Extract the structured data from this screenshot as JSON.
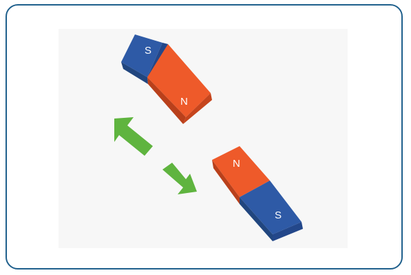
{
  "colors": {
    "frame": "#1e5f8c",
    "south_pole": "#2e5aa6",
    "north_pole": "#ee5a2a",
    "arrow": "#5fb43f"
  },
  "magnet_top": {
    "south_label": "S",
    "north_label": "N"
  },
  "magnet_bottom": {
    "north_label": "N",
    "south_label": "S"
  },
  "arrows": {
    "icon": "double-arrow-icon",
    "meaning": "attraction-repulsion"
  }
}
